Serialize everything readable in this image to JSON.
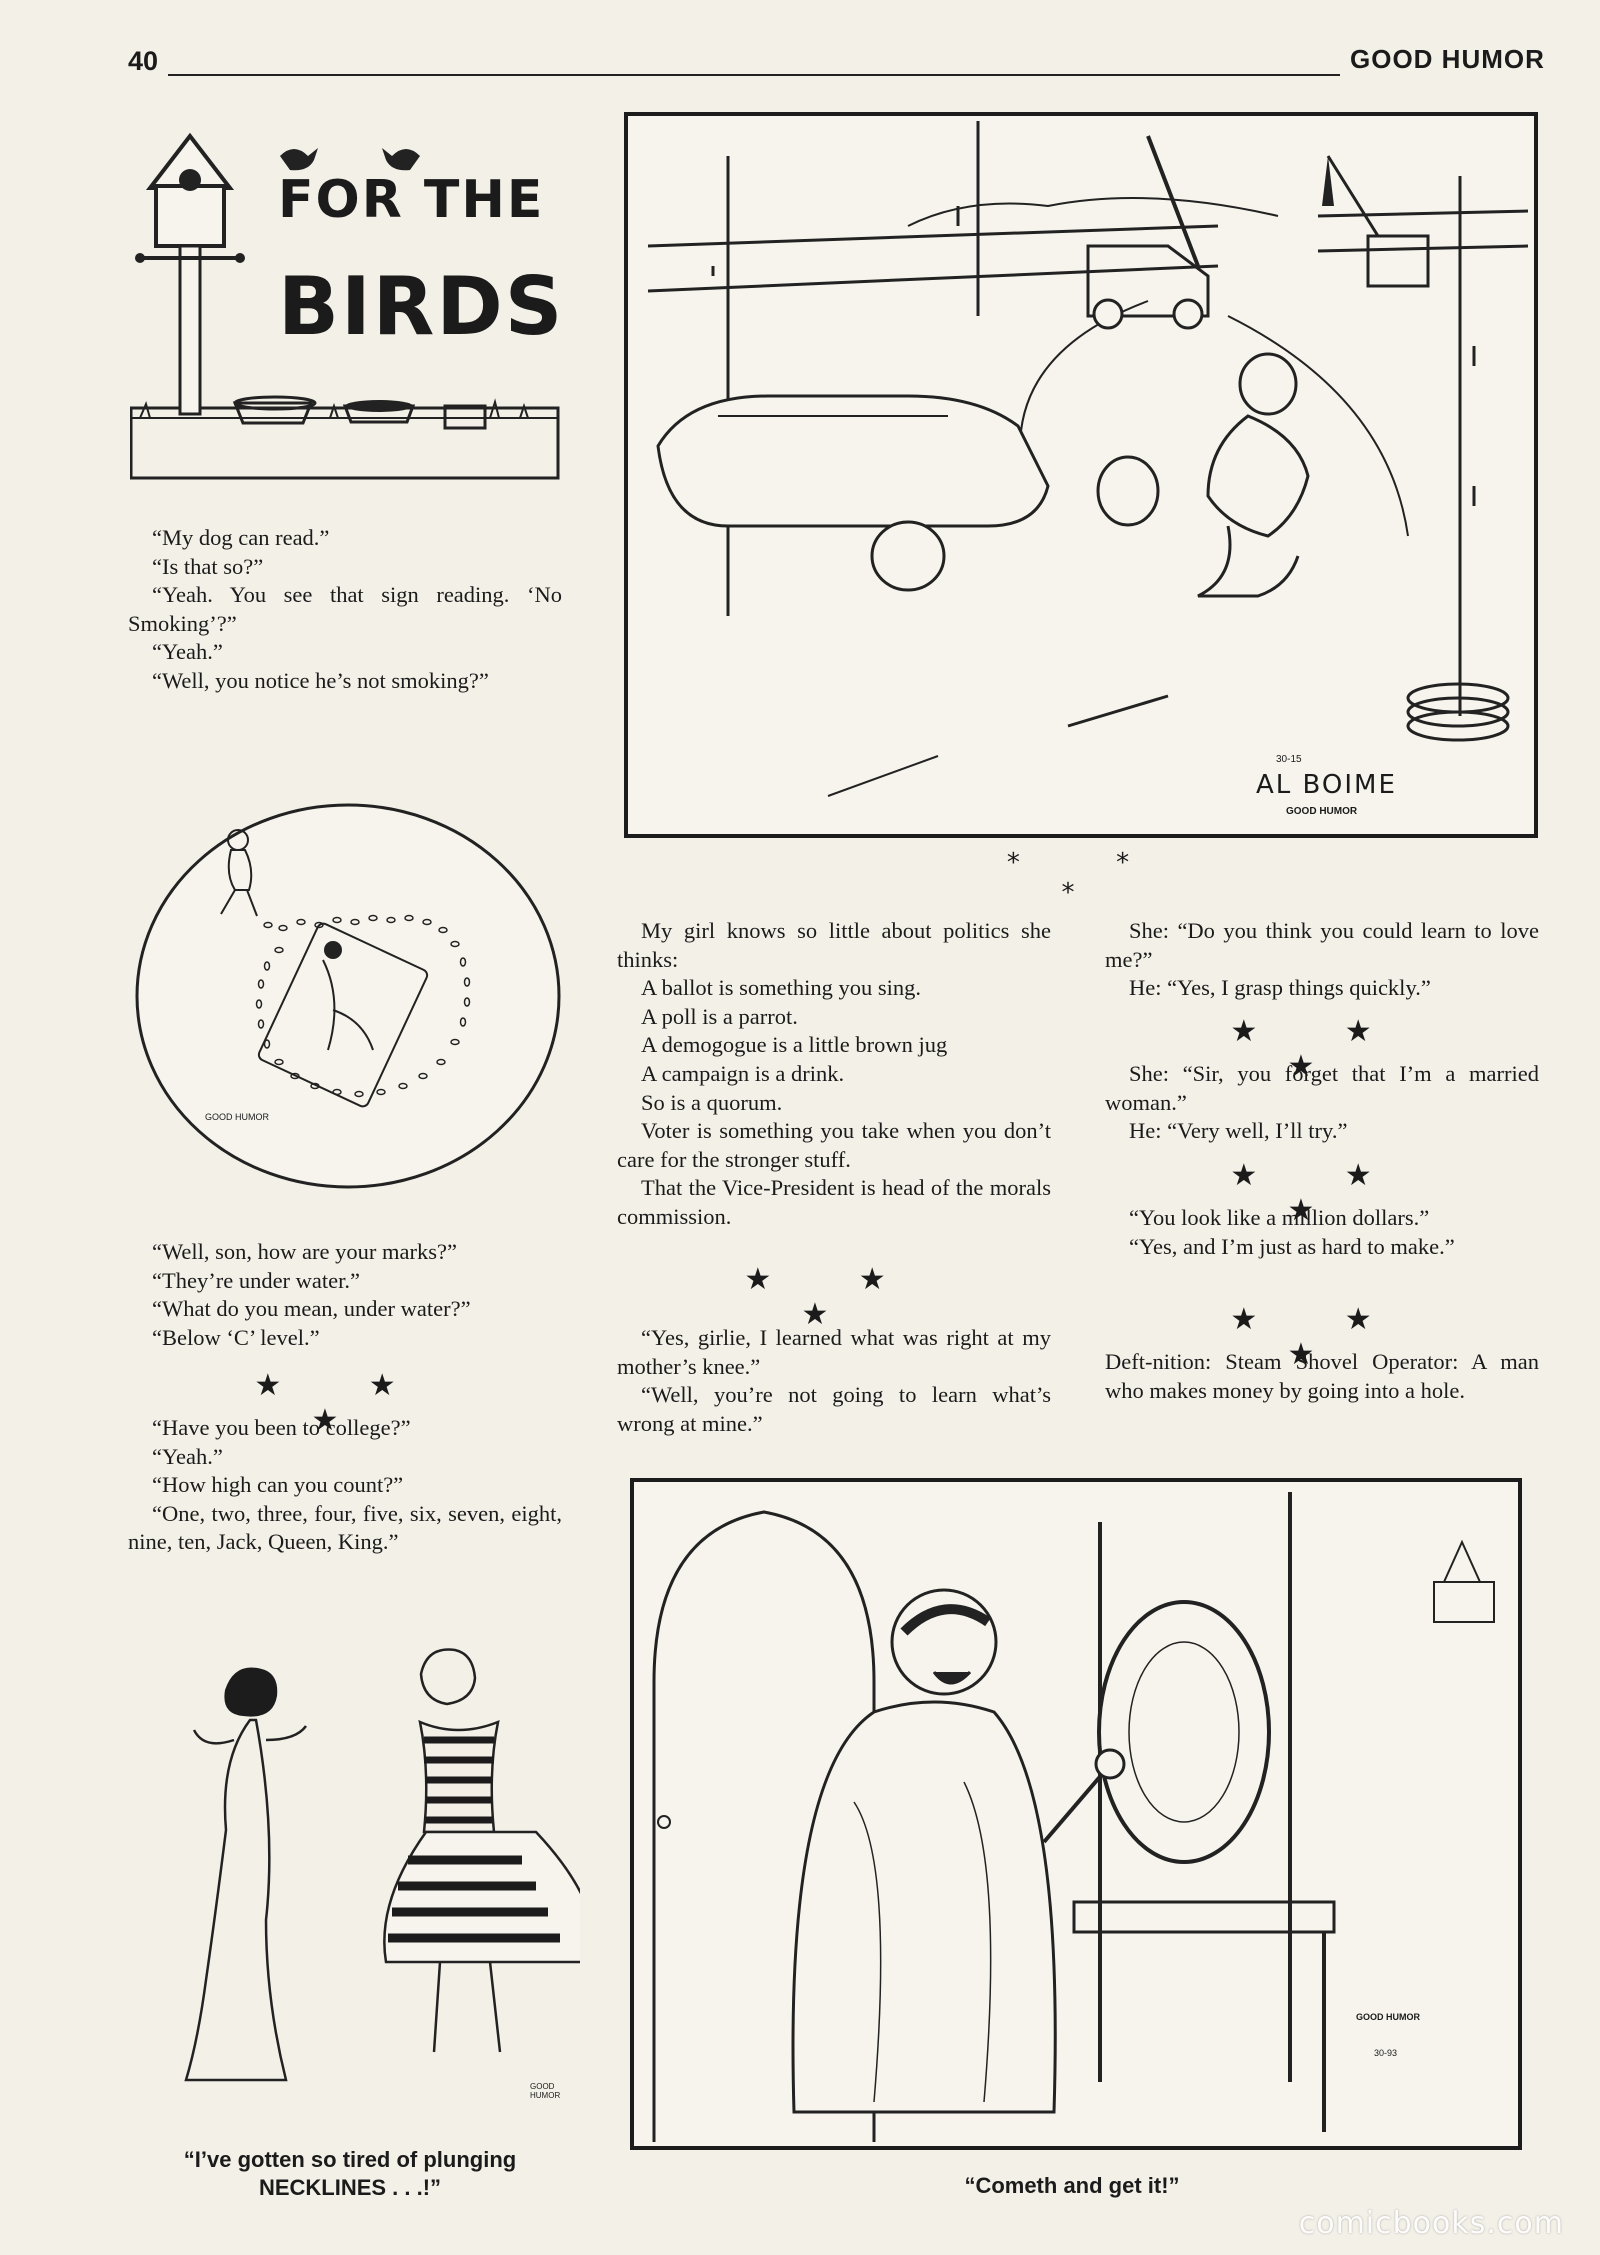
{
  "header": {
    "page_number": "40",
    "magazine_title": "GOOD HUMOR"
  },
  "logo": {
    "line1": "FOR THE",
    "line2": "BIRDS"
  },
  "jokes": {
    "dog": [
      "“My dog can read.”",
      "“Is that so?”",
      "“Yeah. You see that sign reading. ‘No Smoking’?”",
      "“Yeah.”",
      "“Well, you notice he’s not smoking?”"
    ],
    "marks": [
      "“Well, son, how are your marks?”",
      "“They’re under water.”",
      "“What do you mean, under water?”",
      "“Below ‘C’ level.”"
    ],
    "college": [
      "“Have you been to college?”",
      "“Yeah.”",
      "“How high can you count?”",
      "“One, two, three, four, five, six, seven, eight, nine, ten, Jack, Queen, King.”"
    ],
    "politics": [
      "My girl knows so little about politics she thinks:",
      "A ballot is something you sing.",
      "A poll is a parrot.",
      "A demogogue is a little brown jug",
      "A campaign is a drink.",
      "So is a quorum.",
      "Voter is something you take when you don’t care for the stronger stuff.",
      "That the Vice-President is head of the morals commission."
    ],
    "knee": [
      "“Yes, girlie, I learned what was right at my mother’s knee.”",
      "“Well, you’re not going to learn what’s wrong at mine.”"
    ],
    "learn": [
      "She: “Do you think you could learn to love me?”",
      "He: “Yes, I grasp things quickly.”"
    ],
    "married": [
      "She: “Sir, you forget that I’m a married woman.”",
      "He: “Very well, I’ll try.”"
    ],
    "million": [
      "“You look like a million dollars.”",
      "“Yes, and I’m just as hard to make.”"
    ],
    "deftnition": [
      "Deft-nition: Steam Shovel Operator: A man who makes money by going into a hole."
    ]
  },
  "separators": {
    "stars": "★ ★ ★",
    "asterisks": "* * *"
  },
  "cartoons": {
    "car": {
      "signature": "AL BOIME",
      "code": "30-15",
      "credit": "GOOD HUMOR"
    },
    "beach": {
      "credit": "GOOD HUMOR"
    },
    "necklines": {
      "caption_line1": "“I’ve gotten so tired of plunging",
      "caption_line2": "NECKLINES . . .!”",
      "credit": "GOOD HUMOR"
    },
    "monk": {
      "caption": "“Cometh and get it!”",
      "credit": "GOOD HUMOR",
      "code": "30-93"
    }
  },
  "watermark": "comicbooks.com"
}
